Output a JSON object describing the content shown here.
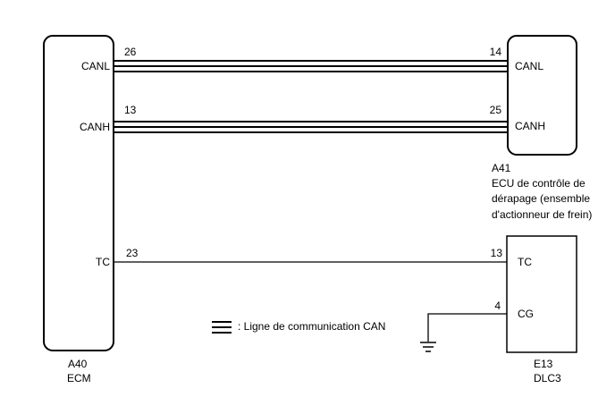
{
  "ecm": {
    "code": "A40",
    "name": "ECM",
    "pins": {
      "canl_label": "CANL",
      "canl_pin": "26",
      "canh_label": "CANH",
      "canh_pin": "13",
      "tc_label": "TC",
      "tc_pin": "23"
    }
  },
  "skid_ecu": {
    "code": "A41",
    "name_lines": [
      "ECU de contrôle de",
      "dérapage (ensemble",
      "d'actionneur de frein)"
    ],
    "pins": {
      "canl_label": "CANL",
      "canl_pin": "14",
      "canh_label": "CANH",
      "canh_pin": "25"
    }
  },
  "dlc3": {
    "code": "E13",
    "name": "DLC3",
    "pins": {
      "tc_label": "TC",
      "tc_pin": "13",
      "cg_label": "CG",
      "cg_pin": "4"
    }
  },
  "legend": {
    "text": ": Ligne de communication CAN"
  },
  "icons": {
    "ground": "ground-symbol-icon",
    "can_line": "can-line-legend-icon"
  }
}
